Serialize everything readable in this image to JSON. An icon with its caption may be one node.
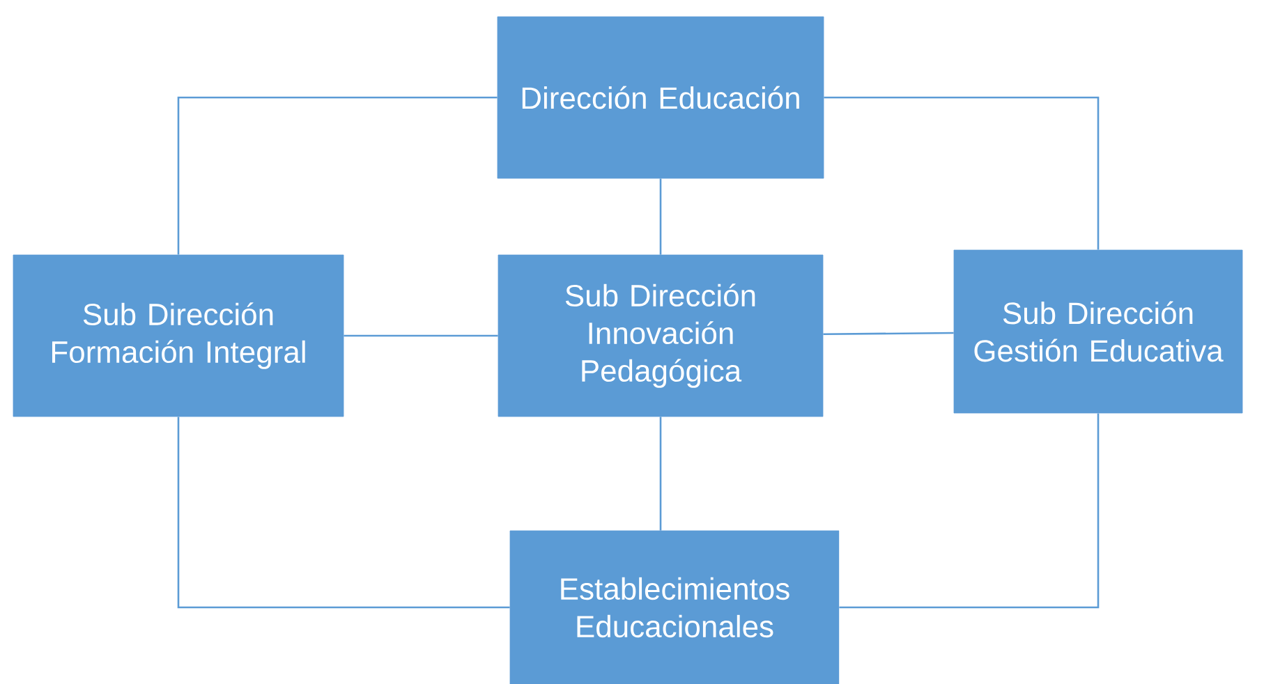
{
  "diagram": {
    "nodes": [
      {
        "text": [
          "Dirección Educación"
        ]
      },
      {
        "text": [
          "Sub Dirección Formación Integral"
        ]
      },
      {
        "text": [
          "Sub Dirección Innovación Pedagógica"
        ]
      },
      {
        "text": [
          "Sub Dirección Gestión Educativa"
        ]
      },
      {
        "text": [
          "Establecimientos Educacionales"
        ]
      }
    ],
    "edges": [
      {
        "from": 0,
        "to": 1,
        "arrow": "none"
      },
      {
        "from": 0,
        "to": 2,
        "arrow": "none"
      },
      {
        "from": 0,
        "to": 3,
        "arrow": "none"
      },
      {
        "from": 1,
        "to": 2,
        "arrow": "none"
      },
      {
        "from": 2,
        "to": 3,
        "arrow": "none"
      },
      {
        "from": 2,
        "to": 4,
        "arrow": "none"
      },
      {
        "from": 1,
        "to": 4,
        "arrow": "none"
      },
      {
        "from": 3,
        "to": 4,
        "arrow": "none"
      }
    ]
  }
}
